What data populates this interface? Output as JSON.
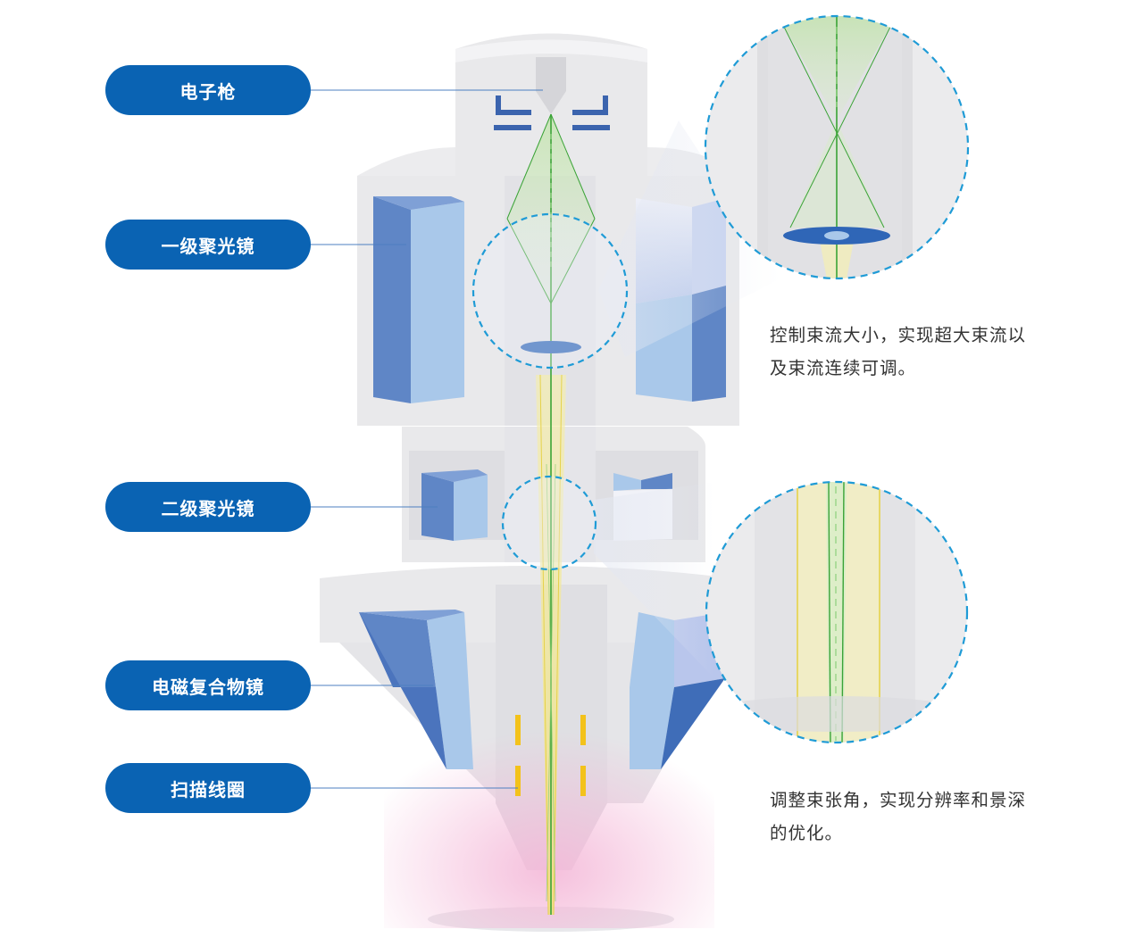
{
  "labels": {
    "gun": "电子枪",
    "condenser1": "一级聚光镜",
    "condenser2": "二级聚光镜",
    "objective": "电磁复合物镜",
    "scan": "扫描线圈"
  },
  "descriptions": {
    "top": [
      "控制束流大小，实现超大束流以",
      "及束流连续可调。"
    ],
    "bottom": [
      "调整束张角，实现分辨率和景深",
      "的优化。"
    ]
  },
  "colors": {
    "label_bg": "#0a63b3",
    "lens_dark": "#5f86c6",
    "lens_light": "#a9c8ea",
    "body_gray": "#e9e9eb",
    "beam_green": "#3aa336",
    "beam_yellow": "#e6d24a",
    "dash_circle": "#1f9bd6",
    "coil_yellow": "#f3c21b",
    "glow_pink": "#f4b8d8"
  }
}
